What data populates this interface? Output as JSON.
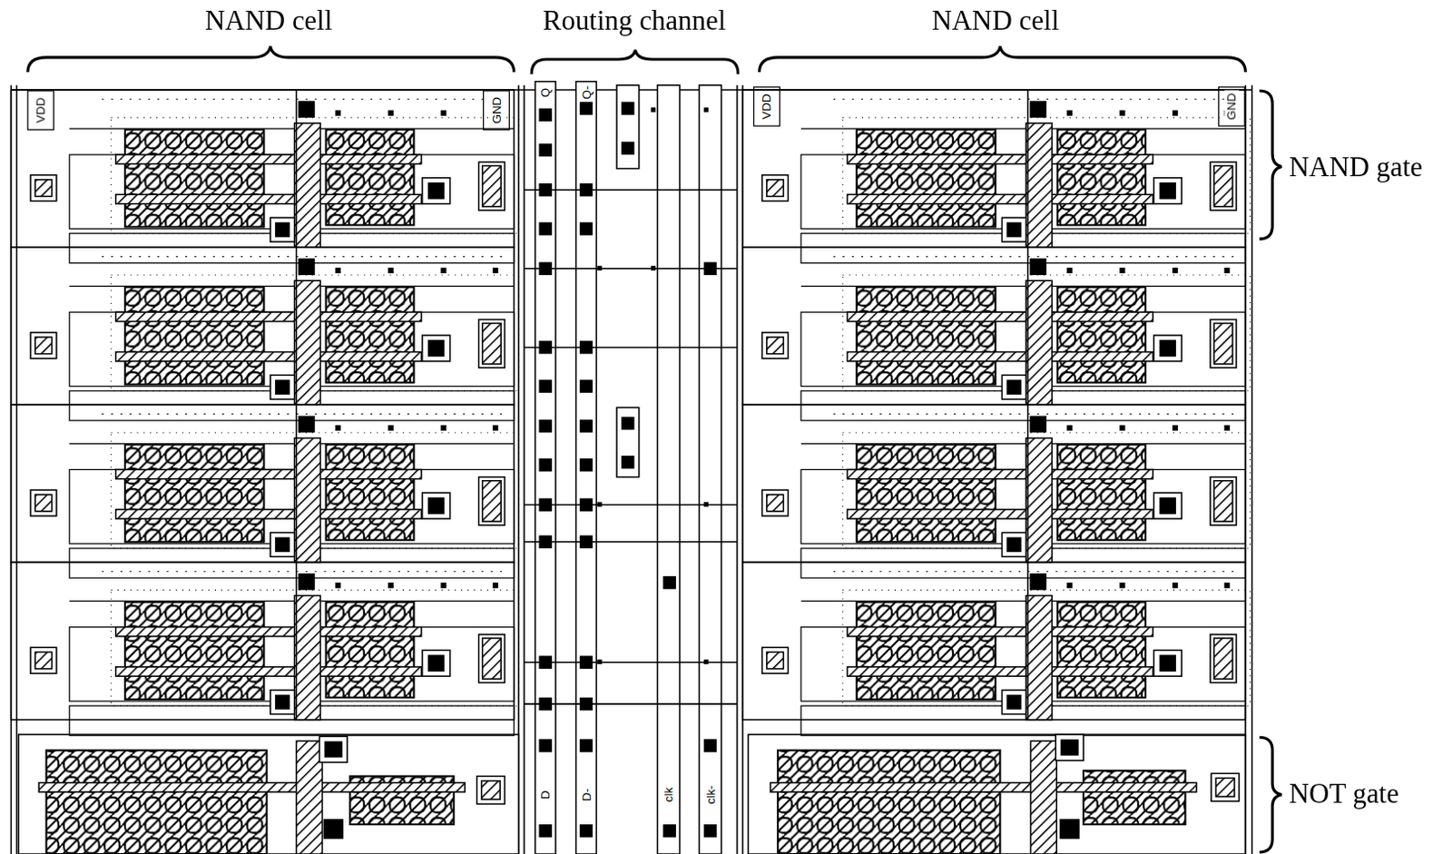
{
  "diagram": {
    "labels": [
      "NAND cell",
      "Routing channel",
      "NAND cell",
      "VDD",
      "GND",
      "Q",
      "Q-",
      "VDD",
      "GND",
      "NAND gate",
      "D",
      "D-",
      "clk",
      "clk-",
      "NOT gate"
    ]
  }
}
